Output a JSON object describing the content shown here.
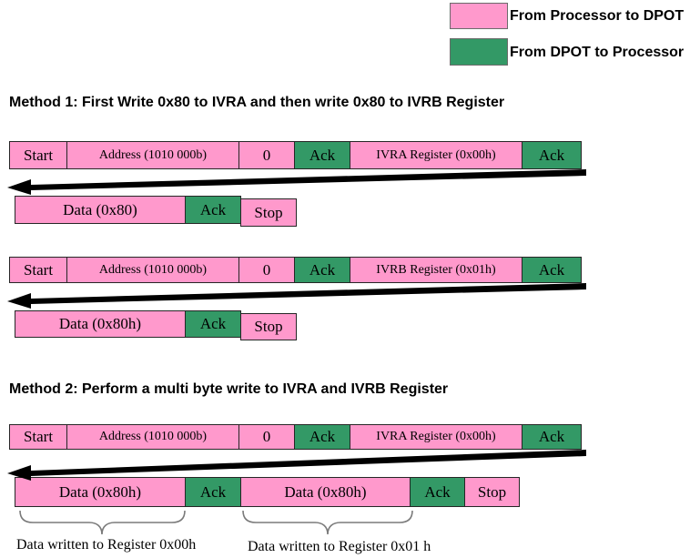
{
  "colors": {
    "processor_to_dpot": "#ff99cc",
    "dpot_to_processor": "#339966",
    "box_border": "#262626",
    "arrow": "#000000",
    "brace": "#7a7a7a"
  },
  "legend": {
    "items": [
      {
        "label": "From Processor to DPOT",
        "direction": "processor_to_dpot"
      },
      {
        "label": "From DPOT to Processor",
        "direction": "dpot_to_processor"
      }
    ]
  },
  "method1": {
    "heading": "Method 1: First Write 0x80 to IVRA and then write 0x80 to IVRB Register",
    "frame1": {
      "cells": [
        {
          "label": "Start",
          "from": "processor"
        },
        {
          "label": "Address (1010 000b)",
          "from": "processor"
        },
        {
          "label": "0",
          "from": "processor"
        },
        {
          "label": "Ack",
          "from": "dpot"
        },
        {
          "label": "IVRA Register (0x00h)",
          "from": "processor"
        },
        {
          "label": "Ack",
          "from": "dpot"
        }
      ]
    },
    "frame2": {
      "cells": [
        {
          "label": "Data (0x80)",
          "from": "processor"
        },
        {
          "label": "Ack",
          "from": "dpot"
        },
        {
          "label": "Stop",
          "from": "processor"
        }
      ]
    },
    "frame3": {
      "cells": [
        {
          "label": "Start",
          "from": "processor"
        },
        {
          "label": "Address (1010 000b)",
          "from": "processor"
        },
        {
          "label": "0",
          "from": "processor"
        },
        {
          "label": "Ack",
          "from": "dpot"
        },
        {
          "label": "IVRB Register (0x01h)",
          "from": "processor"
        },
        {
          "label": "Ack",
          "from": "dpot"
        }
      ]
    },
    "frame4": {
      "cells": [
        {
          "label": "Data (0x80h)",
          "from": "processor"
        },
        {
          "label": "Ack",
          "from": "dpot"
        },
        {
          "label": "Stop",
          "from": "processor"
        }
      ]
    }
  },
  "method2": {
    "heading": "Method 2: Perform a multi byte write to IVRA and IVRB Register",
    "frame1": {
      "cells": [
        {
          "label": "Start",
          "from": "processor"
        },
        {
          "label": "Address (1010 000b)",
          "from": "processor"
        },
        {
          "label": "0",
          "from": "processor"
        },
        {
          "label": "Ack",
          "from": "dpot"
        },
        {
          "label": "IVRA Register (0x00h)",
          "from": "processor"
        },
        {
          "label": "Ack",
          "from": "dpot"
        }
      ]
    },
    "frame2": {
      "cells": [
        {
          "label": "Data (0x80h)",
          "from": "processor"
        },
        {
          "label": "Ack",
          "from": "dpot"
        },
        {
          "label": "Data (0x80h)",
          "from": "processor"
        },
        {
          "label": "Ack",
          "from": "dpot"
        },
        {
          "label": "Stop",
          "from": "processor"
        }
      ]
    }
  },
  "annotations": {
    "brace1_label": "Data written to Register 0x00h",
    "brace2_label": "Data written to Register 0x01 h"
  }
}
